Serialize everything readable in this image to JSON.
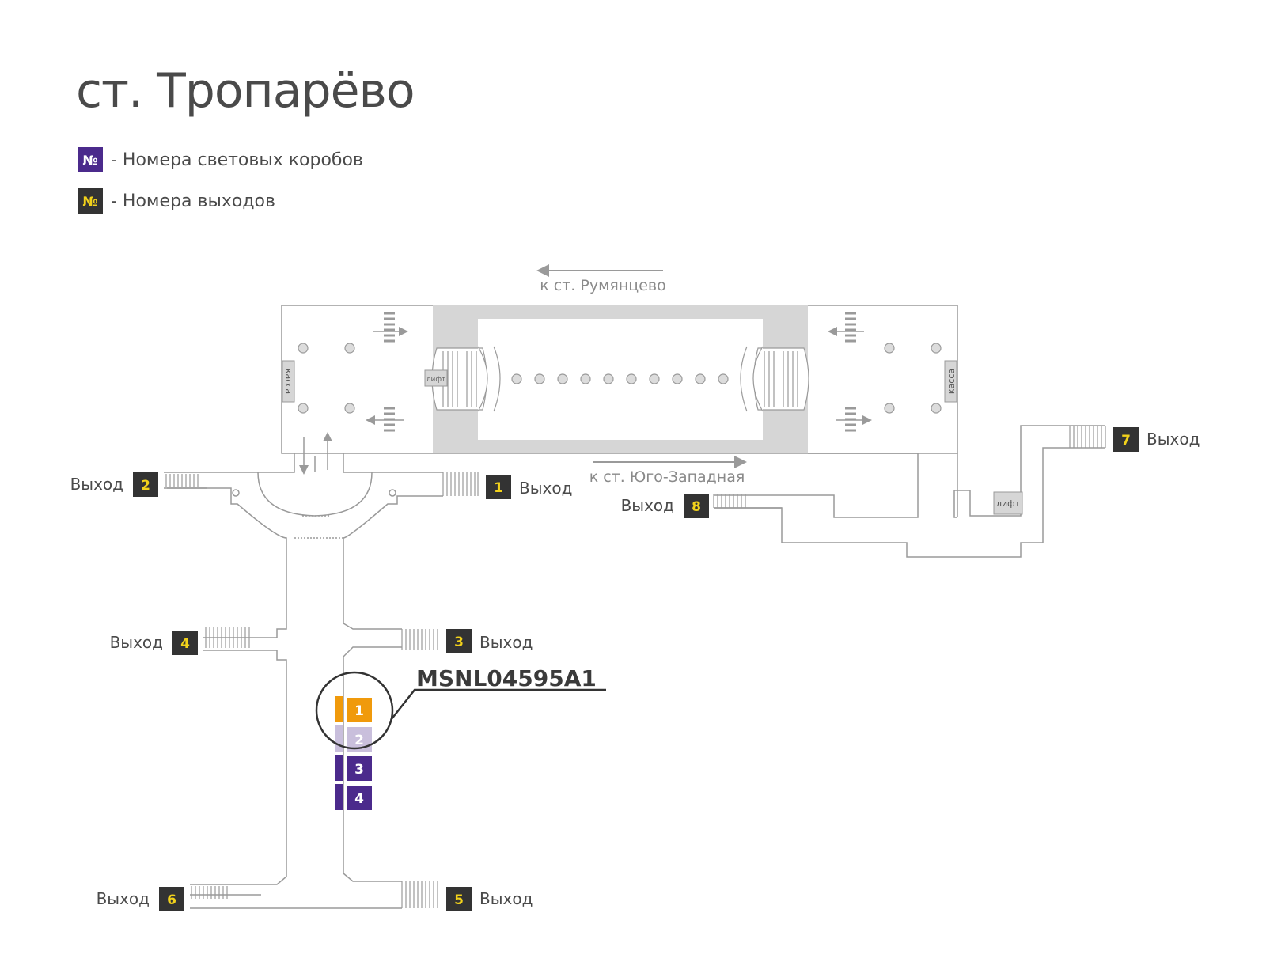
{
  "title": "ст. Тропарёво",
  "legend": [
    {
      "badge": "№",
      "text": "- Номера световых коробов",
      "style": "purple"
    },
    {
      "badge": "№",
      "text": "- Номера выходов",
      "style": "dark"
    }
  ],
  "directions": {
    "to_rumyantsevo": "к ст. Румянцево",
    "to_yugo_zapadnaya": "к ст. Юго-Западная"
  },
  "labels": {
    "kassa": "касса",
    "lift": "лифт",
    "exit": "Выход"
  },
  "exits": [
    "1",
    "2",
    "3",
    "4",
    "5",
    "6",
    "7",
    "8"
  ],
  "lightboxes": [
    {
      "number": "1",
      "state": "selected"
    },
    {
      "number": "2",
      "state": "faded"
    },
    {
      "number": "3",
      "state": "normal"
    },
    {
      "number": "4",
      "state": "normal"
    }
  ],
  "callout_code": "MSNL04595A1",
  "colors": {
    "line": "#9a9a9a",
    "platform": "#d6d6d6",
    "exit_badge_bg": "#333333",
    "exit_badge_text": "#f2d21b",
    "lightbox_purple": "#4b2a8c",
    "lightbox_faded": "#c9bfdc",
    "lightbox_selected": "#f09a0c",
    "text": "#4a4a4a"
  }
}
